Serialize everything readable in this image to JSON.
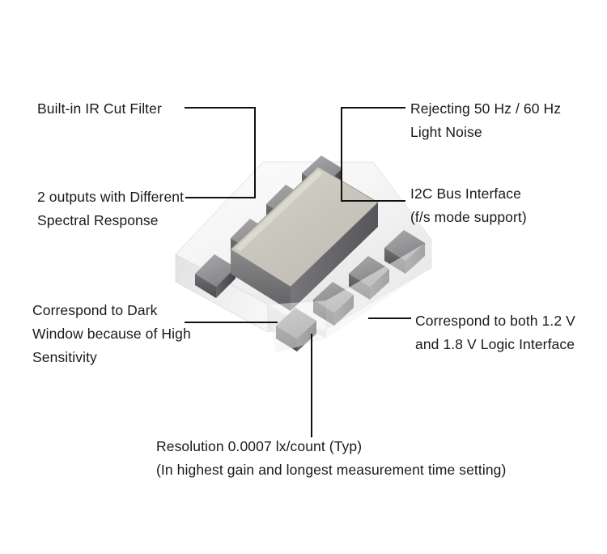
{
  "diagram": {
    "title": "Ambient light sensor IC package feature callouts",
    "subject": "optical sensor IC in clear molded package with 8 side pins and a dark window die"
  },
  "callouts": [
    {
      "id": "ir-cut-filter",
      "position": "top-left",
      "lines": [
        "Built-in IR Cut Filter"
      ]
    },
    {
      "id": "two-outputs",
      "position": "middle-left",
      "lines": [
        "2 outputs with Different",
        "Spectral Response"
      ]
    },
    {
      "id": "dark-window",
      "position": "bottom-left",
      "lines": [
        "Correspond to Dark",
        "Window because of High",
        "Sensitivity"
      ]
    },
    {
      "id": "light-noise-rejection",
      "position": "top-right",
      "lines": [
        "Rejecting 50 Hz / 60 Hz",
        "Light Noise"
      ]
    },
    {
      "id": "i2c-bus-interface",
      "position": "middle-right",
      "lines": [
        "I2C Bus Interface",
        "(f/s mode support)"
      ]
    },
    {
      "id": "logic-interface",
      "position": "bottom-right",
      "lines": [
        "Correspond to both 1.2 V",
        "and 1.8 V Logic Interface"
      ]
    },
    {
      "id": "resolution",
      "position": "bottom-center",
      "lines": [
        "Resolution 0.0007 lx/count (Typ)",
        "(In highest gain and longest measurement time setting)"
      ]
    }
  ],
  "colors": {
    "background": "#ffffff",
    "text": "#1a1a1a",
    "leader_line": "#111111",
    "package_clear": "#f2f2f2",
    "die_window_top": "#c9c6bd",
    "die_window_side": "#6e6e70",
    "pin_metal": "#8d8d8f",
    "pin_metal_dark": "#4f5053"
  }
}
